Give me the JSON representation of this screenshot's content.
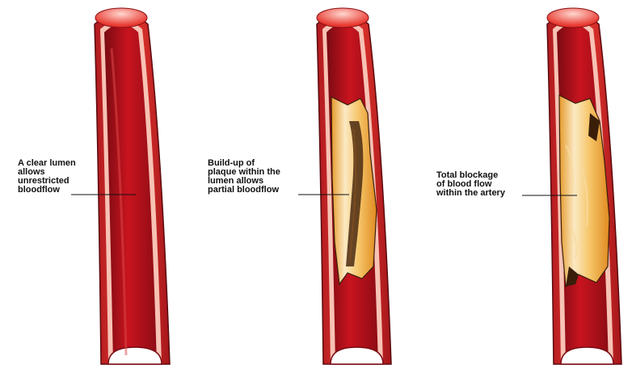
{
  "panels": [
    {
      "id": "clear",
      "lines": [
        "A clear lumen",
        "allows",
        "unrestricted",
        "bloodflow"
      ]
    },
    {
      "id": "partial",
      "lines": [
        "Build-up of",
        "plaque within the",
        "lumen allows",
        "partial bloodflow"
      ]
    },
    {
      "id": "total",
      "lines": [
        "Total blockage",
        "of blood flow",
        "within the artery"
      ]
    }
  ],
  "colors": {
    "wall_outer": "#e8382f",
    "wall_inner": "#f7b7a6",
    "lumen_dark": "#8e0c14",
    "lumen_mid": "#c3111c",
    "plaque_light": "#fbe9c4",
    "plaque_orange": "#f2a52a",
    "plaque_brown": "#4a2a12"
  }
}
